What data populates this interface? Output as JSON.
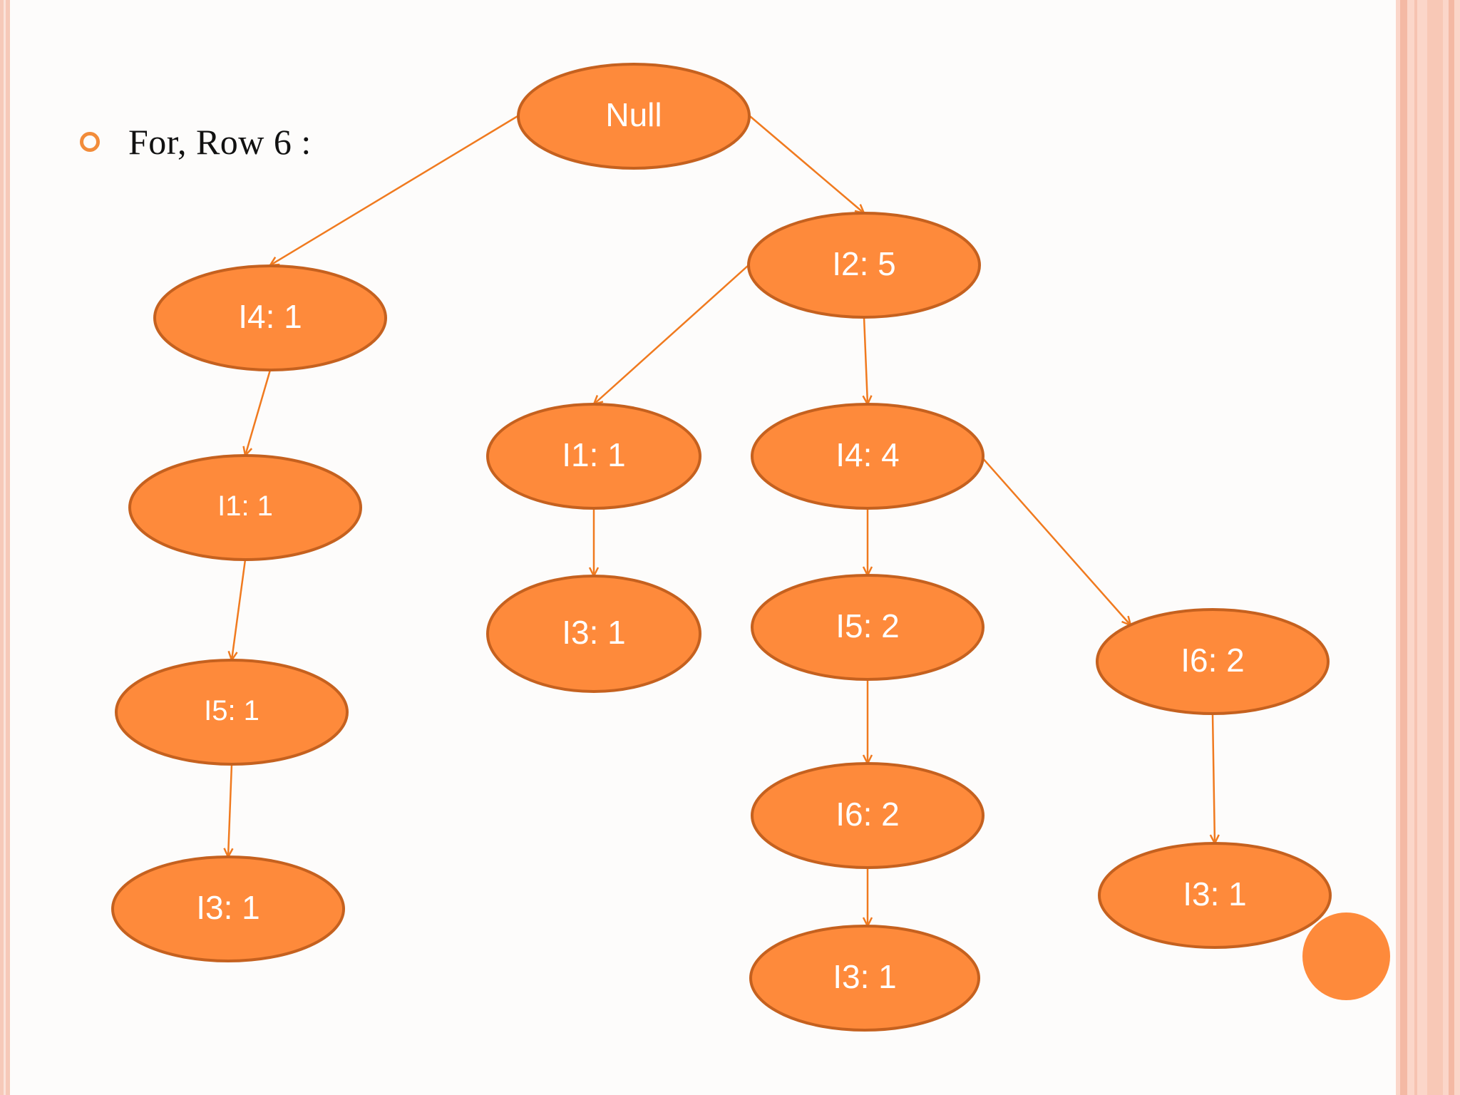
{
  "slide": {
    "bullet_text": "For, Row 6 :"
  },
  "tree": {
    "nodes": [
      {
        "id": "null",
        "label": "Null"
      },
      {
        "id": "i4-left",
        "label": "I4: 1"
      },
      {
        "id": "i2",
        "label": "I2: 5"
      },
      {
        "id": "i1-left",
        "label": "I1: 1"
      },
      {
        "id": "i5-left",
        "label": "I5: 1"
      },
      {
        "id": "i3-left",
        "label": "I3: 1"
      },
      {
        "id": "i1-mid",
        "label": "I1: 1"
      },
      {
        "id": "i3-mid",
        "label": "I3: 1"
      },
      {
        "id": "i4-mid",
        "label": "I4: 4"
      },
      {
        "id": "i5-mid",
        "label": "I5: 2"
      },
      {
        "id": "i6-mid",
        "label": "I6: 2"
      },
      {
        "id": "i3-bottom",
        "label": "I3: 1"
      },
      {
        "id": "i6-right",
        "label": "I6: 2"
      },
      {
        "id": "i3-right",
        "label": "I3: 1"
      }
    ],
    "edges": [
      {
        "from": "null",
        "to": "i4-left"
      },
      {
        "from": "null",
        "to": "i2"
      },
      {
        "from": "i4-left",
        "to": "i1-left"
      },
      {
        "from": "i1-left",
        "to": "i5-left"
      },
      {
        "from": "i5-left",
        "to": "i3-left"
      },
      {
        "from": "i2",
        "to": "i1-mid"
      },
      {
        "from": "i2",
        "to": "i4-mid"
      },
      {
        "from": "i1-mid",
        "to": "i3-mid"
      },
      {
        "from": "i4-mid",
        "to": "i5-mid"
      },
      {
        "from": "i4-mid",
        "to": "i6-right"
      },
      {
        "from": "i5-mid",
        "to": "i6-mid"
      },
      {
        "from": "i6-mid",
        "to": "i3-bottom"
      },
      {
        "from": "i6-right",
        "to": "i3-right"
      }
    ]
  },
  "colors": {
    "node_fill": "#fe8a3b",
    "node_stroke": "#c5611f",
    "edge": "#f07a1f",
    "bullet": "#f28c3a"
  }
}
